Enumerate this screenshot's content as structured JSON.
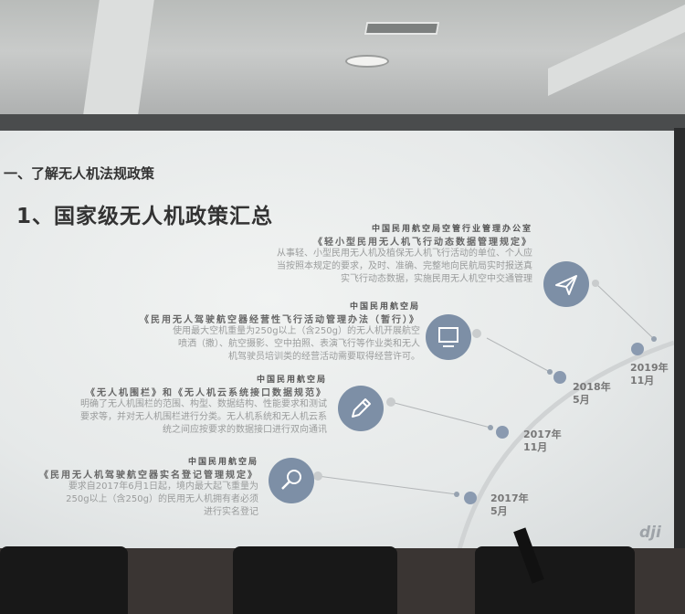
{
  "slide": {
    "section": "一、了解无人机法规政策",
    "title": "1、国家级无人机政策汇总",
    "logo": "dji",
    "items": [
      {
        "org": "中国民用航空局空管行业管理办公室",
        "doc": "《轻小型民用无人机飞行动态数据管理规定》",
        "desc": [
          "从事轻、小型民用无人机及植保无人机飞行活动的单位、个人应",
          "当按照本规定的要求，及时、准确、完整地向民航局实时报送真",
          "实飞行动态数据，实施民用无人机空中交通管理"
        ],
        "icon": "paper-plane-icon",
        "date": [
          "2019年",
          "11月"
        ]
      },
      {
        "org": "中国民用航空局",
        "doc": "《民用无人驾驶航空器经营性飞行活动管理办法（暂行）》",
        "desc": [
          "使用最大空机重量为250g以上（含250g）的无人机开展航空",
          "喷洒（撒）、航空摄影、空中拍照、表演飞行等作业类和无人",
          "机驾驶员培训类的经营活动需要取得经营许可。"
        ],
        "icon": "monitor-icon",
        "date": [
          "2018年",
          "5月"
        ]
      },
      {
        "org": "中国民用航空局",
        "doc": "《无人机围栏》和《无人机云系统接口数据规范》",
        "desc": [
          "明确了无人机围栏的范围、构型、数据结构、性能要求和测试",
          "要求等，并对无人机围栏进行分类。无人机系统和无人机云系",
          "统之间应按要求的数据接口进行双向通讯"
        ],
        "icon": "pencil-icon",
        "date": [
          "2017年",
          "11月"
        ]
      },
      {
        "org": "中国民用航空局",
        "doc": "《民用无人机驾驶航空器实名登记管理规定》",
        "desc": [
          "要求自2017年6月1日起，境内最大起飞重量为",
          "250g以上（含250g）的民用无人机拥有者必须",
          "进行实名登记"
        ],
        "icon": "magnifier-icon",
        "date": [
          "2017年",
          "5月"
        ]
      }
    ]
  },
  "colors": {
    "accent": "#7d8fa6",
    "arc": "#d0d3d4"
  }
}
